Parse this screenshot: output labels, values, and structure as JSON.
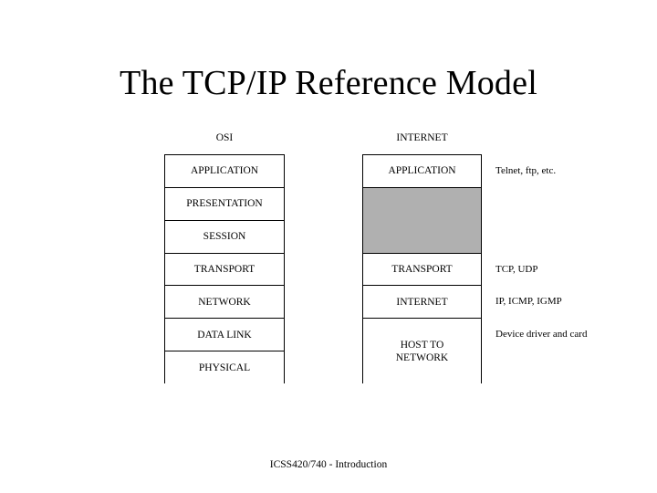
{
  "slide": {
    "title": "The TCP/IP Reference Model",
    "footer": "ICSS420/740 - Introduction"
  },
  "colors": {
    "background": "#ffffff",
    "text": "#000000",
    "border": "#000000",
    "filled_block": "#b0b0b0"
  },
  "columns": [
    {
      "id": "osi",
      "header": "OSI",
      "layers": [
        {
          "label": "APPLICATION",
          "span": 1,
          "filled": false
        },
        {
          "label": "PRESENTATION",
          "span": 1,
          "filled": false
        },
        {
          "label": "SESSION",
          "span": 1,
          "filled": false
        },
        {
          "label": "TRANSPORT",
          "span": 1,
          "filled": false
        },
        {
          "label": "NETWORK",
          "span": 1,
          "filled": false
        },
        {
          "label": "DATA LINK",
          "span": 1,
          "filled": false
        },
        {
          "label": "PHYSICAL",
          "span": 1,
          "filled": false
        }
      ]
    },
    {
      "id": "internet",
      "header": "INTERNET",
      "layers": [
        {
          "label": "APPLICATION",
          "span": 1,
          "filled": false
        },
        {
          "label": "",
          "span": 2,
          "filled": true
        },
        {
          "label": "TRANSPORT",
          "span": 1,
          "filled": false
        },
        {
          "label": "INTERNET",
          "span": 1,
          "filled": false
        },
        {
          "label": "HOST TO\nNETWORK",
          "span": 2,
          "filled": false
        }
      ]
    }
  ],
  "annotations": [
    {
      "text": "Telnet, ftp, etc.",
      "row": 0
    },
    {
      "text": "TCP, UDP",
      "row": 3
    },
    {
      "text": "IP, ICMP, IGMP",
      "row": 4
    },
    {
      "text": "Device driver and card",
      "row": 5
    }
  ]
}
